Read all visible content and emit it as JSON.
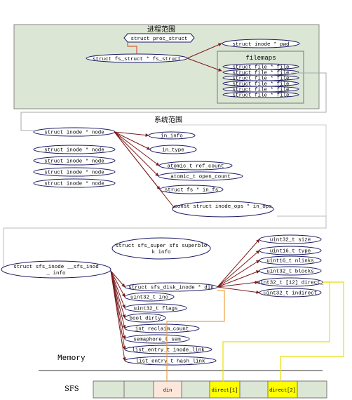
{
  "process_scope": {
    "title": "进程范围",
    "proc_struct": "struct proc_struct",
    "fs_struct": "struct fs_struct * fs_struct",
    "inode_pwd": "struct inode * pwd",
    "filemaps": {
      "title": "filemaps",
      "files": [
        "struct file * file",
        "struct file * file",
        "struct file * file",
        "struct file * file",
        "struct file * file",
        "struct file * file"
      ]
    }
  },
  "system_scope": {
    "title": "系统范围",
    "inodes": [
      "struct inode * node",
      "struct inode * node",
      "struct inode * node",
      "struct inode * node",
      "struct inode * node"
    ],
    "fields": [
      "in_info",
      "in_type",
      "atomic_t ref_count",
      "atomic_t open_count",
      "struct fs * in_fs",
      "const struct inode_ops * in_ops"
    ]
  },
  "memory": {
    "label": "Memory",
    "superblock": "struct sfs_super sfs superblock info",
    "sfs_inode": "struct sfs_inode __sfs_inode_ info",
    "sfs_fields": [
      "struct sfs_disk_inode * din",
      "uint32_t ino",
      "uint32_t flags",
      "bool dirty",
      "int reclaim_count",
      "semaphore_t sem",
      "list_entry_t inode_link",
      "list_entry_t hash_link"
    ],
    "disk_fields": [
      "uint32_t size",
      "uint16_t type",
      "uint16_t nlinks",
      "uint32_t blocks",
      "uint32_t [12] direct_",
      "uint32_t indirect"
    ]
  },
  "sfs": {
    "label": "SFS",
    "blocks": [
      "",
      "",
      "din",
      "",
      "direct[1]",
      "",
      "direct[2]",
      ""
    ]
  },
  "colors": {
    "scope_fill": "#dce6d5",
    "block_fill": "#dce6d5",
    "din_fill": "#fde7da",
    "direct_fill": "#ffff00",
    "arrow": "#7a1a1a",
    "orange": "#f0a040",
    "yellow": "#e8e000"
  }
}
